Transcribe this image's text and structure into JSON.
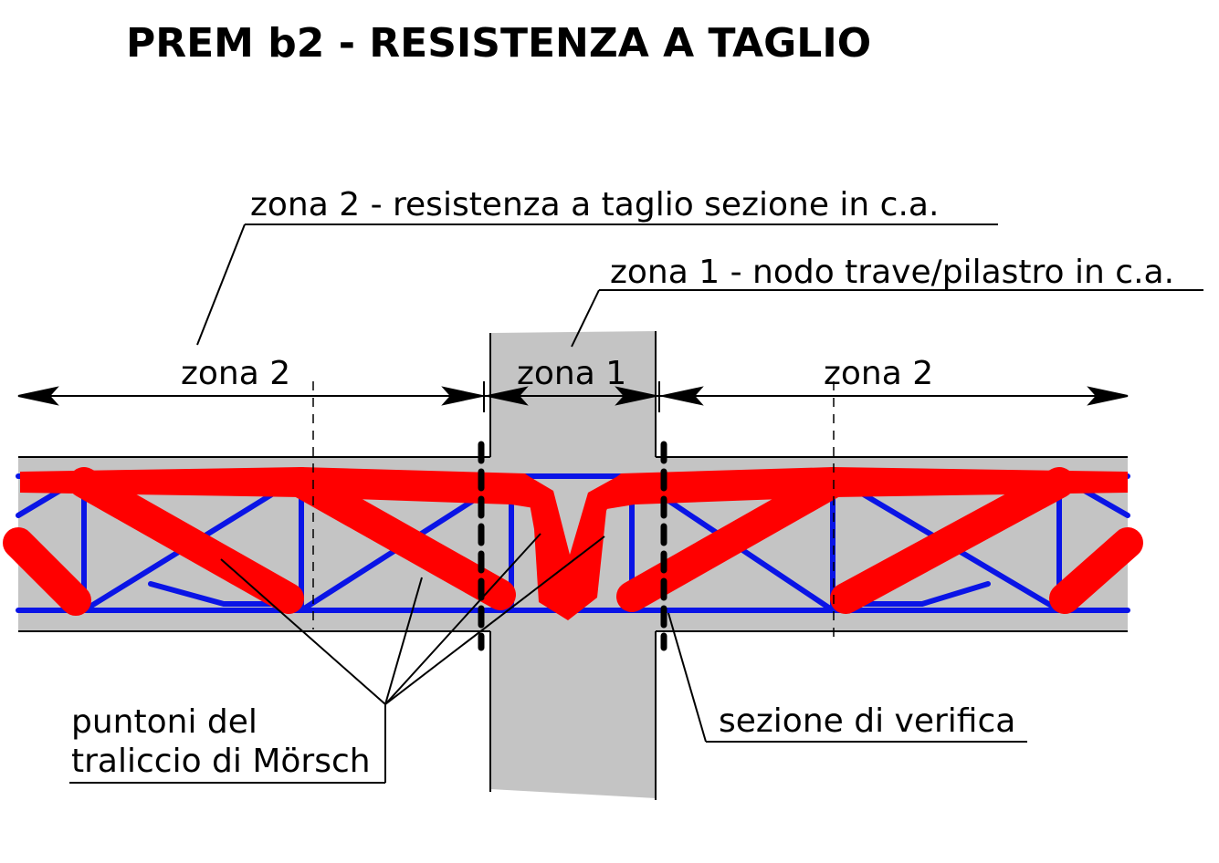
{
  "title": "PREM  b2 - RESISTENZA A TAGLIO",
  "labels": {
    "zone2_desc": "zona 2 - resistenza a taglio sezione in c.a.",
    "zone1_desc": "zona 1 - nodo trave/pilastro in c.a.",
    "zone2_left": "zona 2",
    "zone1": "zona 1",
    "zone2_right": "zona 2",
    "struts_line1": "puntoni del",
    "struts_line2": "traliccio di Mörsch",
    "check_section": "sezione di verifica"
  },
  "colors": {
    "concrete": "#c4c4c4",
    "truss": "#0a14e6",
    "struts": "#ff0000",
    "lines": "#000000"
  }
}
